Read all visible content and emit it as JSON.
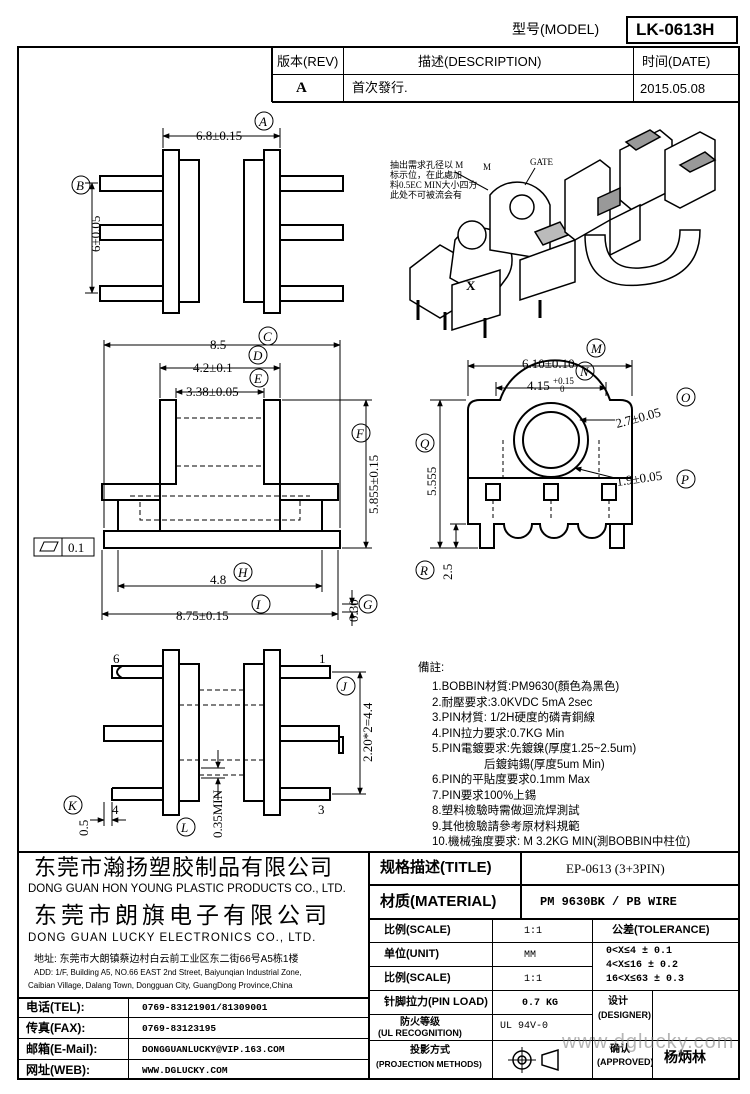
{
  "header": {
    "model_label": "型号(MODEL)",
    "model_value": "LK-0613H",
    "rev_label": "版本(REV)",
    "desc_label": "描述(DESCRIPTION)",
    "date_label": "时间(DATE)",
    "rev_value": "A",
    "desc_value": "首次發行.",
    "date_value": "2015.05.08"
  },
  "dims": {
    "A": "A",
    "B": "B",
    "C": "C",
    "D": "D",
    "E": "E",
    "F": "F",
    "H": "H",
    "I": "I",
    "G": "G",
    "M": "M",
    "N": "N",
    "O": "O",
    "P": "P",
    "Q": "Q",
    "R": "R",
    "J": "J",
    "K": "K",
    "L": "L",
    "a_value": "6.8±0.15",
    "b_value": "6±0.05",
    "c_value": "8.5",
    "d_value": "4.2±0.1",
    "e_value": "3.38±0.05",
    "f_value": "5.855±0.15",
    "h_value": "4.8",
    "i_value": "8.75±0.15",
    "g_value": "0.30",
    "flat_value": "0.1",
    "m_value": "6.10±0.10",
    "n_value": "4.15",
    "n_tol": "+0.15",
    "n_tol2": "0",
    "o_value": "2.7±0.05",
    "p_value": "1.9±0.05",
    "q_value": "5.555",
    "r_value": "2.5",
    "j_value": "2.20*2=4.4",
    "k_value": "0.5",
    "l_value": "0.35MIN",
    "pin6": "6",
    "pin1": "1",
    "pin4": "4",
    "pin3": "3"
  },
  "iso": {
    "note_line1": "抽出需求孔径以 M",
    "note_line2": "标示位，在此處加",
    "note_line3": "料0.5EC MIN大小四方",
    "note_line4": "此处不可被流会有",
    "m_label": "M",
    "gate_label": "GATE",
    "x_label": "X"
  },
  "notes": {
    "title": "備註:",
    "items": [
      "1.BOBBIN材質:PM9630(顏色為黑色)",
      "2.耐壓要求:3.0KVDC 5mA 2sec",
      "3.PIN材質: 1/2H硬度的磷青銅線",
      "4.PIN拉力要求:0.7KG Min",
      "5.PIN電鍍要求:先鍍鎳(厚度1.25~2.5um)",
      "后鍍鈍錫(厚度5um Min)",
      "6.PIN的平貼度要求0.1mm Max",
      "7.PIN要求100%上錫",
      "8.塑料檢驗時需做迴流焊測試",
      "9.其他檢驗請參考原材料規範",
      "10.機械強度要求: M 3.2KG MIN(測BOBBIN中柱位)"
    ]
  },
  "company": {
    "name1_cn": "东莞市瀚扬塑胶制品有限公司",
    "name1_en": "DONG GUAN HON YOUNG PLASTIC PRODUCTS CO., LTD.",
    "name2_cn": "东莞市朗旗电子有限公司",
    "name2_en": "DONG GUAN LUCKY ELECTRONICS CO., LTD.",
    "addr_cn": "地址: 东莞市大朗镇蔡边村白云前工业区东二街66号A5栋1楼",
    "addr_en1": "ADD: 1/F, Building A5, NO.66 EAST 2nd Street, Baiyunqian Industrial Zone,",
    "addr_en2": "Caibian Village, Dalang Town, Dongguan City, GuangDong Province,China"
  },
  "contact": {
    "tel_label": "电话(TEL):",
    "tel_value": "0769-83121901/81309001",
    "fax_label": "传真(FAX):",
    "fax_value": "0769-83123195",
    "mail_label": "邮箱(E-Mail):",
    "mail_value": "DONGGUANLUCKY@VIP.163.COM",
    "web_label": "网址(WEB):",
    "web_value": "WWW.DGLUCKY.COM"
  },
  "titleblock": {
    "title_label": "规格描述(TITLE)",
    "title_value": "EP-0613 (3+3PIN)",
    "material_label": "材质(MATERIAL)",
    "material_value": "PM 9630BK / PB WIRE",
    "scale_label": "比例(SCALE)",
    "scale_value": "1:1",
    "tolerance_label": "公差(TOLERANCE)",
    "unit_label": "单位(UNIT)",
    "unit_value": "MM",
    "tol1": "0<X≤4    ± 0.1",
    "tol2": "4<X≤16   ± 0.2",
    "tol3": "16<X≤63  ± 0.3",
    "scale2_label": "比例(SCALE)",
    "scale2_value": "1:1",
    "pinload_label": "针脚拉力(PIN LOAD)",
    "pinload_value": "0.7 KG",
    "designer_label1": "设计",
    "designer_label2": "(DESIGNER)",
    "ul_label1": "防火等级",
    "ul_label2": "(UL RECOGNITION)",
    "ul_value": "UL 94V-0",
    "approved_label1": "确认",
    "approved_label2": "(APPROVED)",
    "approved_value": "杨炳林",
    "proj_label1": "投影方式",
    "proj_label2": "(PROJECTION METHODS)",
    "watermark": "www.dglucky.com"
  }
}
